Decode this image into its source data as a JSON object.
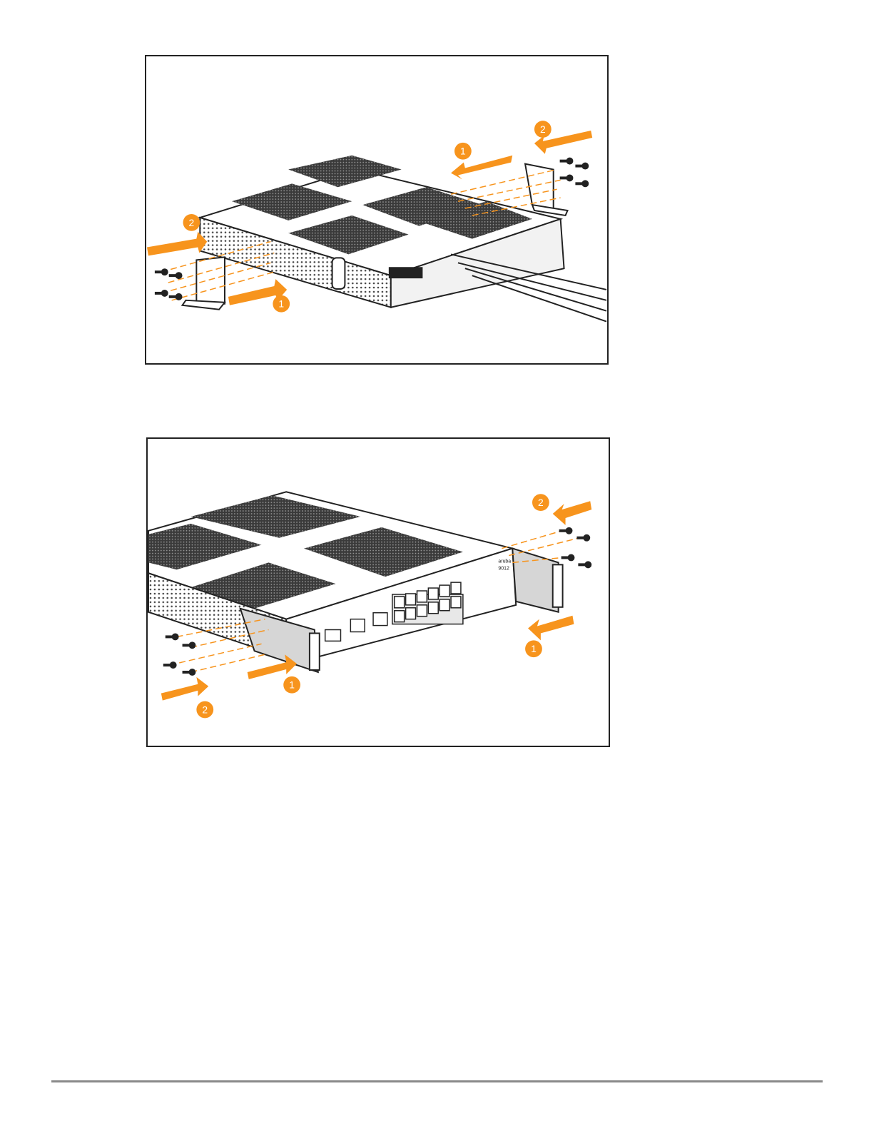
{
  "figures": [
    {
      "callouts": [
        "1",
        "2",
        "1",
        "2"
      ]
    },
    {
      "brand": "aruba",
      "model": "9012",
      "callouts": [
        "2",
        "1",
        "1",
        "2"
      ]
    }
  ],
  "colors": {
    "accent": "#f7941d",
    "line": "#222222",
    "vent": "#4a4a4a",
    "bracket": "#d6d6d6"
  }
}
